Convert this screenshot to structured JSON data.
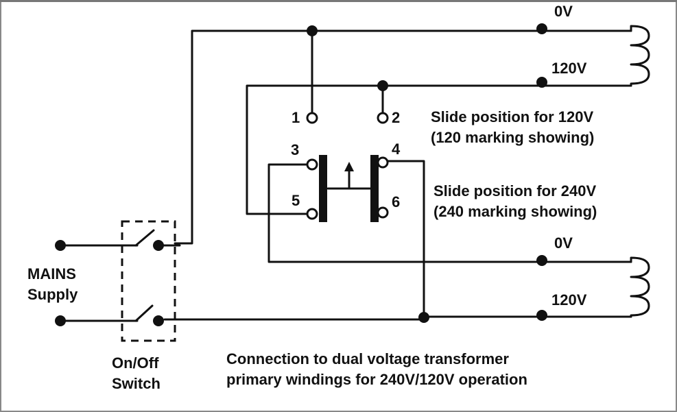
{
  "labels": {
    "upper_0v": "0V",
    "upper_120v": "120V",
    "lower_0v": "0V",
    "lower_120v": "120V",
    "terminal_1": "1",
    "terminal_2": "2",
    "terminal_3": "3",
    "terminal_4": "4",
    "terminal_5": "5",
    "terminal_6": "6",
    "slide_120": [
      "Slide position for 120V",
      "(120 marking showing)"
    ],
    "slide_240": [
      "Slide position for 240V",
      "(240 marking showing)"
    ],
    "mains": [
      "MAINS",
      "Supply"
    ],
    "switch": [
      "On/Off",
      "Switch"
    ],
    "caption": [
      "Connection to dual voltage transformer",
      "primary  windings for 240V/120V operation"
    ]
  },
  "colors": {
    "ink": "#111111",
    "background": "#ffffff",
    "frame": "#888888"
  }
}
